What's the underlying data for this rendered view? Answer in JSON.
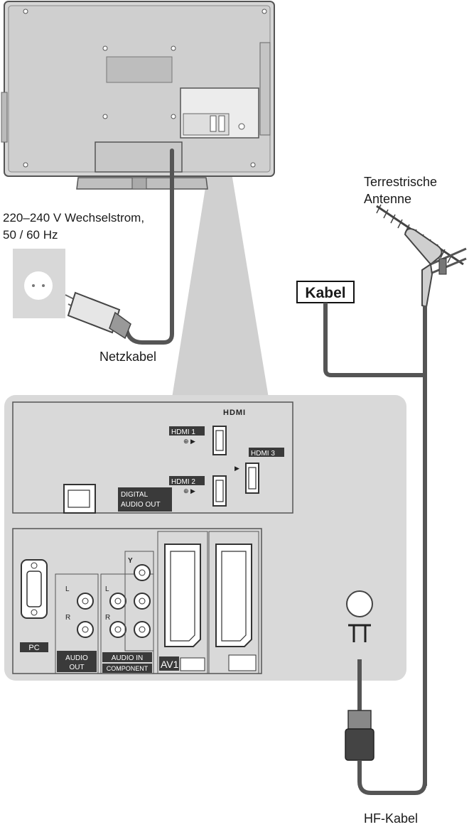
{
  "labels": {
    "antenna": [
      "Terrestrische",
      "Antenne"
    ],
    "power_spec": [
      "220–240 V Wechselstrom,",
      "50 / 60 Hz"
    ],
    "cable_box": "Kabel",
    "mains_cable": "Netzkabel",
    "rf_cable": "HF-Kabel"
  },
  "panel": {
    "hdmi_logo": "HDMI",
    "hdmi1": "HDMI 1",
    "hdmi2": "HDMI 2",
    "hdmi3": "HDMI 3",
    "digital_audio_out": [
      "DIGITAL",
      "AUDIO OUT"
    ],
    "pc": "PC",
    "audio_out": [
      "AUDIO",
      "OUT"
    ],
    "audio_in": "AUDIO IN",
    "component": "COMPONENT",
    "av1": "AV1",
    "jack_l": "L",
    "jack_r": "R",
    "jack_y": "Y"
  },
  "icons": [
    "tv-back-icon",
    "wall-socket-icon",
    "power-plug-icon",
    "antenna-icon",
    "rf-plug-icon",
    "antenna-socket-icon",
    "hdmi-port-icon",
    "vga-port-icon",
    "scart-port-icon",
    "rca-jack-icon",
    "optical-port-icon"
  ],
  "colors": {
    "panel_bg": "#d9d9d9",
    "cable": "#555555",
    "label_bg": "#3a3a3a"
  }
}
